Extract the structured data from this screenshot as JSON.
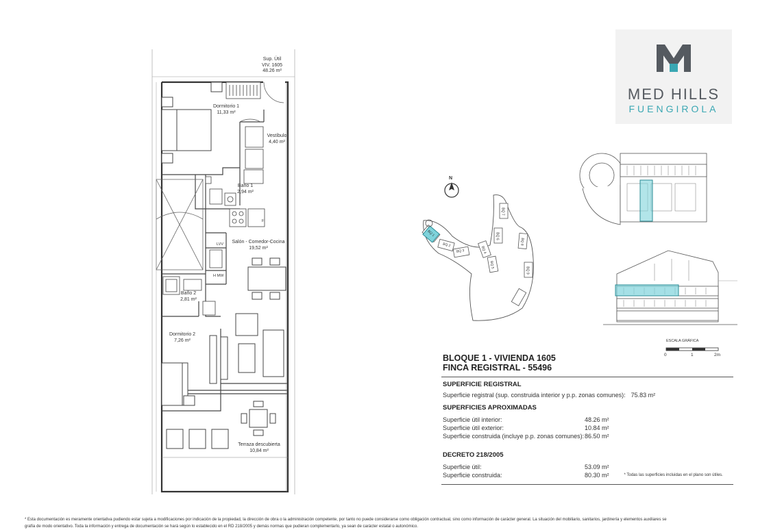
{
  "brand": {
    "name": "MED HILLS",
    "location": "FUENGIROLA",
    "color_dark": "#555a60",
    "color_accent": "#3aa7b3"
  },
  "plan": {
    "sup_label_1": "Sup. Útil",
    "sup_label_2": "VIV. 1605",
    "sup_label_3": "48.26 m²",
    "rooms": [
      {
        "name": "Dormitorio 1",
        "area": "11,33 m²"
      },
      {
        "name": "Vestíbulo",
        "area": "4,40 m²"
      },
      {
        "name": "Baño 1",
        "area": "2,94 m²"
      },
      {
        "name": "Salón - Comedor-Cocina",
        "area": "19,52 m²"
      },
      {
        "name": "Baño 2",
        "area": "2,81 m²"
      },
      {
        "name": "Dormitorio 2",
        "area": "7,26 m²"
      },
      {
        "name": "Terraza descubierta",
        "area": "10,84 m²"
      }
    ],
    "appliances": {
      "lvv": "LVV",
      "hmw": "H MW",
      "fridge": "F"
    }
  },
  "site": {
    "north": "N",
    "blocks": [
      "BQ 1",
      "BQ 2",
      "BQ 3",
      "BQ 4",
      "BQ 5",
      "BQ 6",
      "BQ 7",
      "BQ 8",
      "BQ 9"
    ]
  },
  "scale": {
    "label": "ESCALA GRÁFICA",
    "ticks": [
      "0",
      "1",
      "2m"
    ]
  },
  "info": {
    "title_line1": "BLOQUE 1 - VIVIENDA 1605",
    "title_line2": "FINCA REGISTRAL - 55496",
    "sec_registral": "SUPERFICIE REGISTRAL",
    "registral_label": "Superficie registral (sup. construida interior y p.p. zonas comunes):",
    "registral_value": "75.83 m²",
    "sec_aprox": "SUPERFICIES APROXIMADAS",
    "aprox": [
      {
        "label": "Superficie útil interior:",
        "value": "48.26 m²"
      },
      {
        "label": "Superficie útil exterior:",
        "value": "10.84 m²"
      },
      {
        "label": "Superficie construida (incluye p.p. zonas comunes):",
        "value": "86.50 m²"
      }
    ],
    "sec_decreto": "DECRETO 218/2005",
    "decreto": [
      {
        "label": "Superficie útil:",
        "value": "53.09 m²"
      },
      {
        "label": "Superficie construida:",
        "value": "80.30 m²"
      }
    ],
    "note": "* Todas las superficies incluidas en el plano son útiles."
  },
  "disclaimer": {
    "line1": "* Esta documentación es meramente orientativa pudiendo estar sujeta a modificaciones por indicación de la propiedad, la dirección de obra o la administración competente, por tanto no puede considerarse como obligación contractual, sino como información de carácter general. La situación del mobiliario, sanitarios, jardinería y elementos auxiliares se",
    "line2": "grafía de modo orientativo. Toda la información y entrega de documentación se hará según lo establecido en el RD 218/2005 y demás normas que pudieran complementarlo, ya sean de carácter estatal o autonómico."
  }
}
